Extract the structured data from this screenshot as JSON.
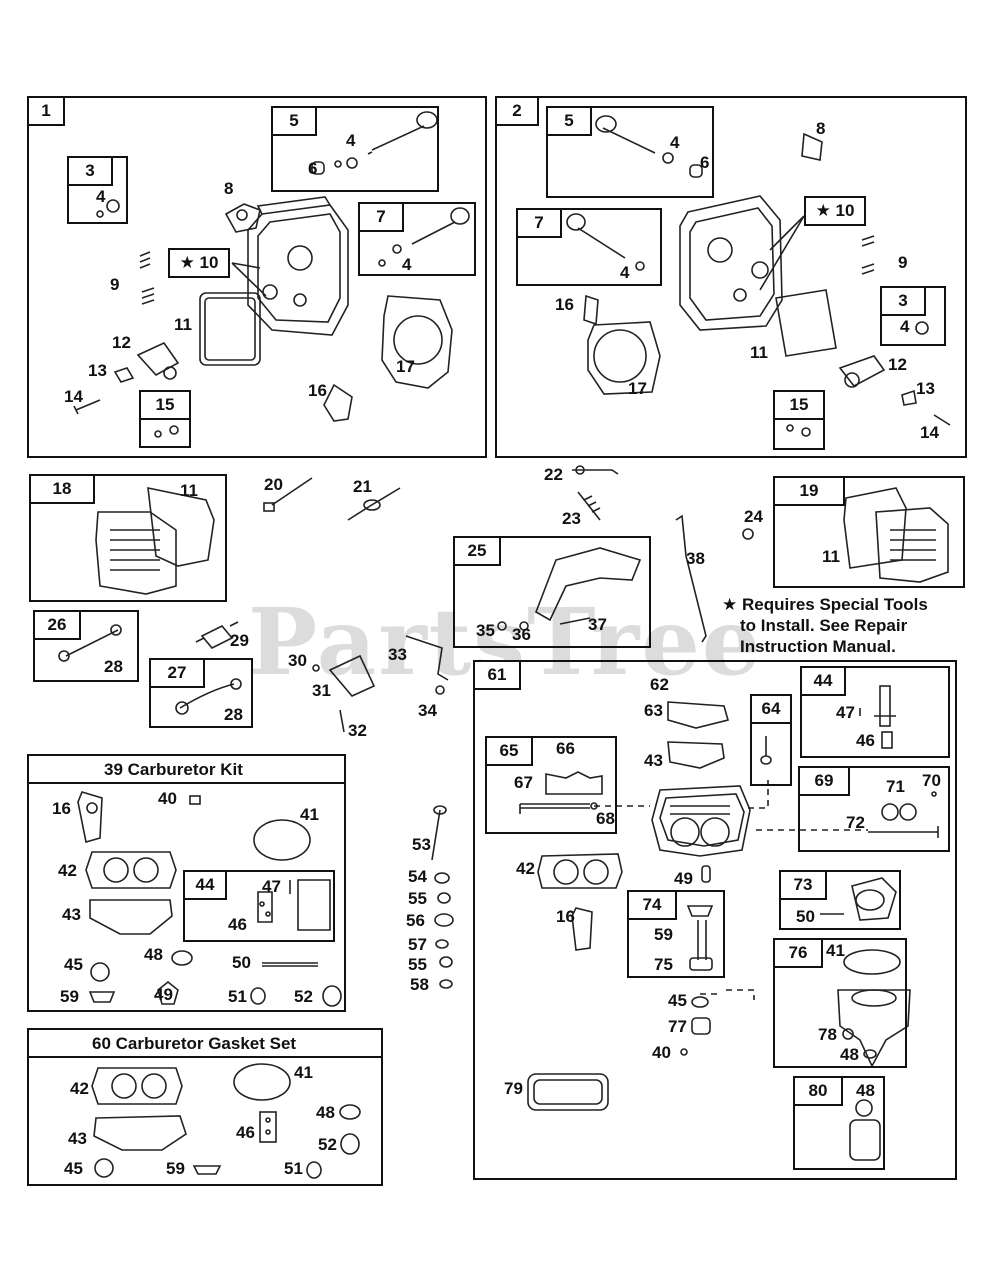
{
  "watermark": "PartsTree",
  "note": {
    "star": "★",
    "line1": "Requires Special Tools",
    "line2": "to Install. See Repair",
    "line3": "Instruction Manual."
  },
  "panel1": {
    "tag": "1",
    "n5": "5",
    "n4a": "4",
    "n6": "6",
    "n3": "3",
    "n4b": "4",
    "n8": "8",
    "n7": "7",
    "n4c": "4",
    "n10": "★ 10",
    "n9": "9",
    "n11": "11",
    "n17": "17",
    "n12": "12",
    "n13": "13",
    "n14": "14",
    "n15": "15",
    "n16": "16"
  },
  "panel2": {
    "tag": "2",
    "n5": "5",
    "n4a": "4",
    "n6": "6",
    "n8": "8",
    "n10": "★ 10",
    "n7": "7",
    "n4b": "4",
    "n9": "9",
    "n16": "16",
    "n3": "3",
    "n4c": "4",
    "n11": "11",
    "n17": "17",
    "n12": "12",
    "n13": "13",
    "n15": "15",
    "n14": "14"
  },
  "mid": {
    "b18": "18",
    "n11a": "11",
    "n20": "20",
    "n21": "21",
    "n22": "22",
    "n23": "23",
    "n24": "24",
    "b19": "19",
    "n11b": "11",
    "b25": "25",
    "n35": "35",
    "n36": "36",
    "n37": "37",
    "n38": "38",
    "b26": "26",
    "n28a": "28",
    "n29": "29",
    "b27": "27",
    "n28b": "28",
    "n30": "30",
    "n31": "31",
    "n32": "32",
    "n33": "33",
    "n34": "34"
  },
  "kit39": {
    "title": "39  Carburetor Kit",
    "n16": "16",
    "n40": "40",
    "n41": "41",
    "n42": "42",
    "n43": "43",
    "b44": "44",
    "n47": "47",
    "n46": "46",
    "n45": "45",
    "n48": "48",
    "n50": "50",
    "n59": "59",
    "n49": "49",
    "n51": "51",
    "n52": "52"
  },
  "kit60": {
    "title": "60  Carburetor Gasket Set",
    "n42": "42",
    "n41": "41",
    "n48": "48",
    "n43": "43",
    "n46": "46",
    "n52": "52",
    "n45": "45",
    "n59": "59",
    "n51": "51"
  },
  "col53": {
    "n53": "53",
    "n54": "54",
    "n55a": "55",
    "n56": "56",
    "n57": "57",
    "n55b": "55",
    "n58": "58"
  },
  "panel61": {
    "tag": "61",
    "n62": "62",
    "n63": "63",
    "b64": "64",
    "b44": "44",
    "n47": "47",
    "n46": "46",
    "b65": "65",
    "n66": "66",
    "n67": "67",
    "n68": "68",
    "n43": "43",
    "b69": "69",
    "n71": "71",
    "n70": "70",
    "n72": "72",
    "n42": "42",
    "n49": "49",
    "b73": "73",
    "n50": "50",
    "n16": "16",
    "b74": "74",
    "n59": "59",
    "n75": "75",
    "b76": "76",
    "n41": "41",
    "n45": "45",
    "n77": "77",
    "n78": "78",
    "n48a": "48",
    "n40": "40",
    "n79": "79",
    "b80": "80",
    "n48b": "48"
  }
}
